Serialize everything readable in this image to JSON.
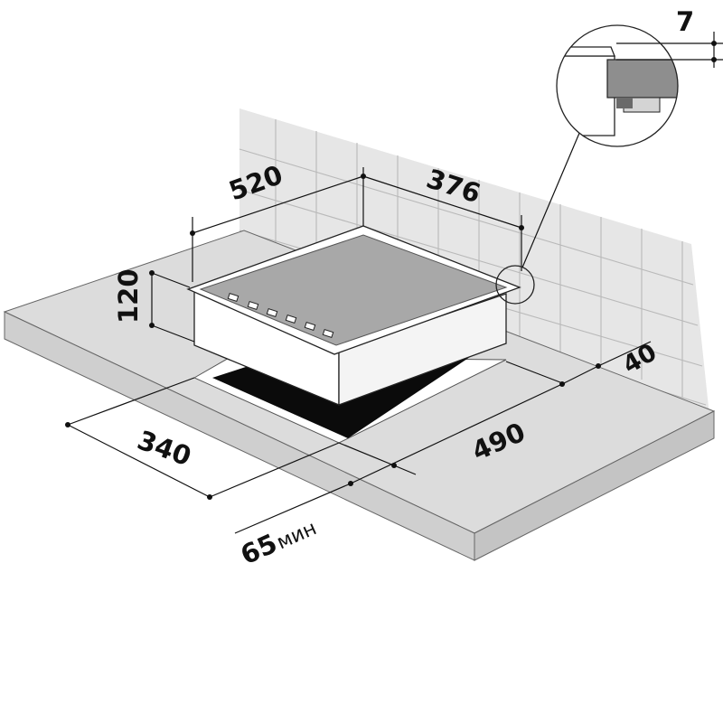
{
  "diagram": {
    "dimensions": {
      "lip_height": "7",
      "depth": "520",
      "width": "376",
      "height": "120",
      "wall_gap": "40",
      "cutout_depth": "340",
      "cutout_width": "490",
      "front_margin": "65",
      "front_margin_unit": "мин"
    },
    "knob_count": 6,
    "colors": {
      "panel": "#a8a8a8",
      "tiles": "#e6e6e6",
      "tile_lines": "#b9b9b9",
      "countertop_top": "#dcdcdc",
      "countertop_edge": "#cfcfcf",
      "body": "#ffffff",
      "cutout": "#0b0b0b",
      "lines": "#111111"
    }
  }
}
